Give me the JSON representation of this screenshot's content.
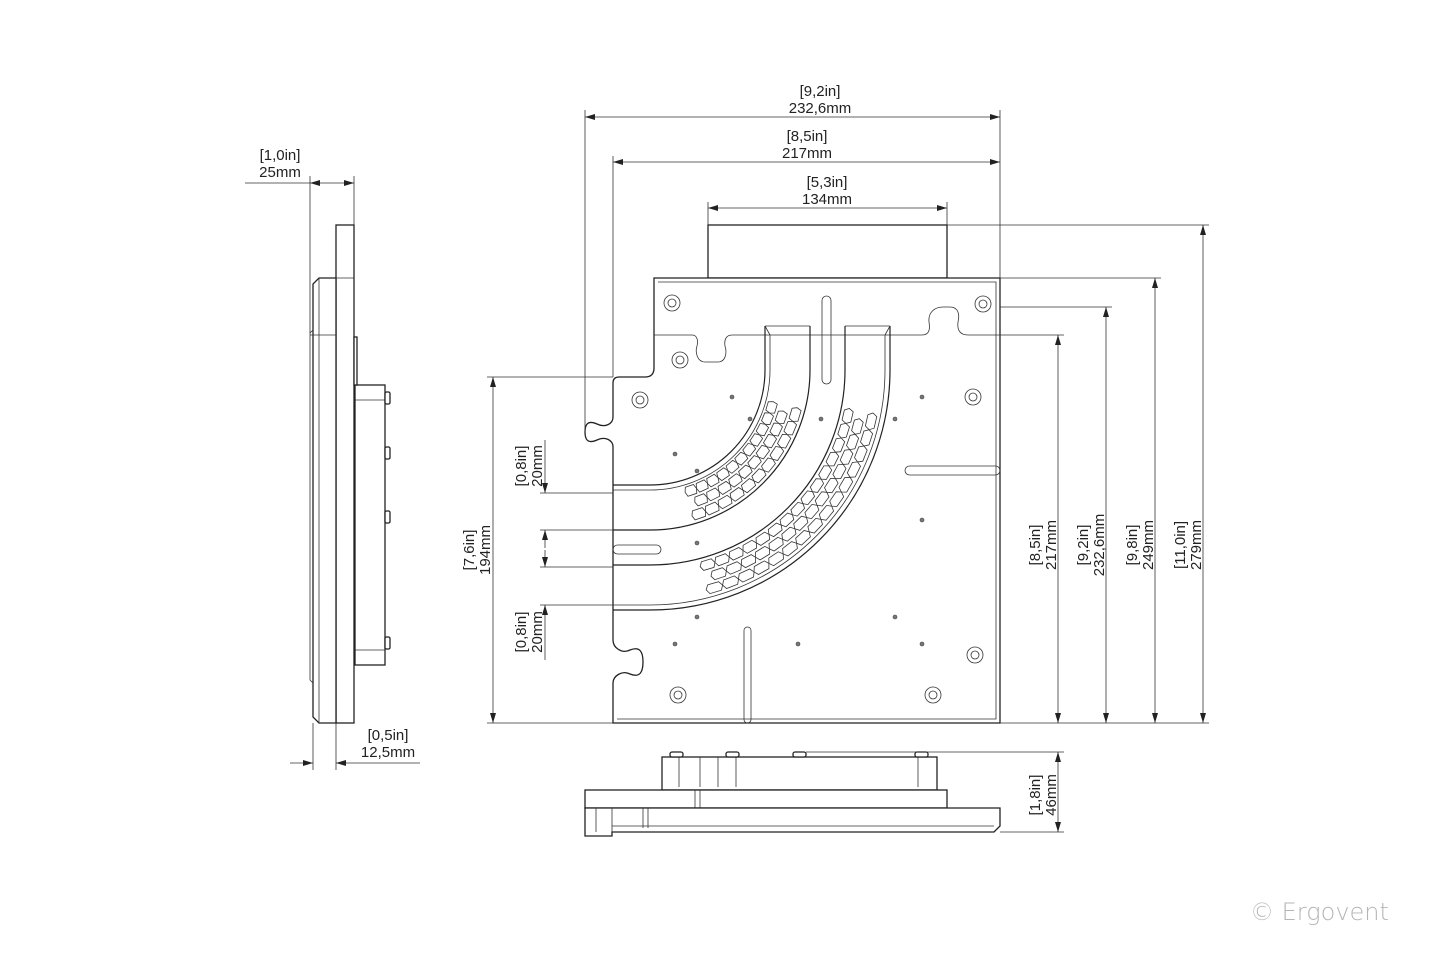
{
  "top_dims": {
    "overall": {
      "in": "[9,2in]",
      "mm": "232,6mm"
    },
    "body": {
      "in": "[8,5in]",
      "mm": "217mm"
    },
    "block": {
      "in": "[5,3in]",
      "mm": "134mm"
    }
  },
  "right_dims": [
    {
      "in": "[8,5in]",
      "mm": "217mm"
    },
    {
      "in": "[9,2in]",
      "mm": "232,6mm"
    },
    {
      "in": "[9,8in]",
      "mm": "249mm"
    },
    {
      "in": "[11,0in]",
      "mm": "279mm"
    }
  ],
  "left_dims": {
    "height": {
      "in": "[7,6in]",
      "mm": "194mm"
    },
    "channel_upper": {
      "in": "[0,8in]",
      "mm": "20mm"
    },
    "channel_lower": {
      "in": "[0,8in]",
      "mm": "20mm"
    }
  },
  "side_dims": {
    "total": {
      "in": "[1,0in]",
      "mm": "25mm"
    },
    "plate": {
      "in": "[0,5in]",
      "mm": "12,5mm"
    }
  },
  "bottom_dims": {
    "height": {
      "in": "[1,8in]",
      "mm": "46mm"
    }
  },
  "copyright": "© Ergovent"
}
